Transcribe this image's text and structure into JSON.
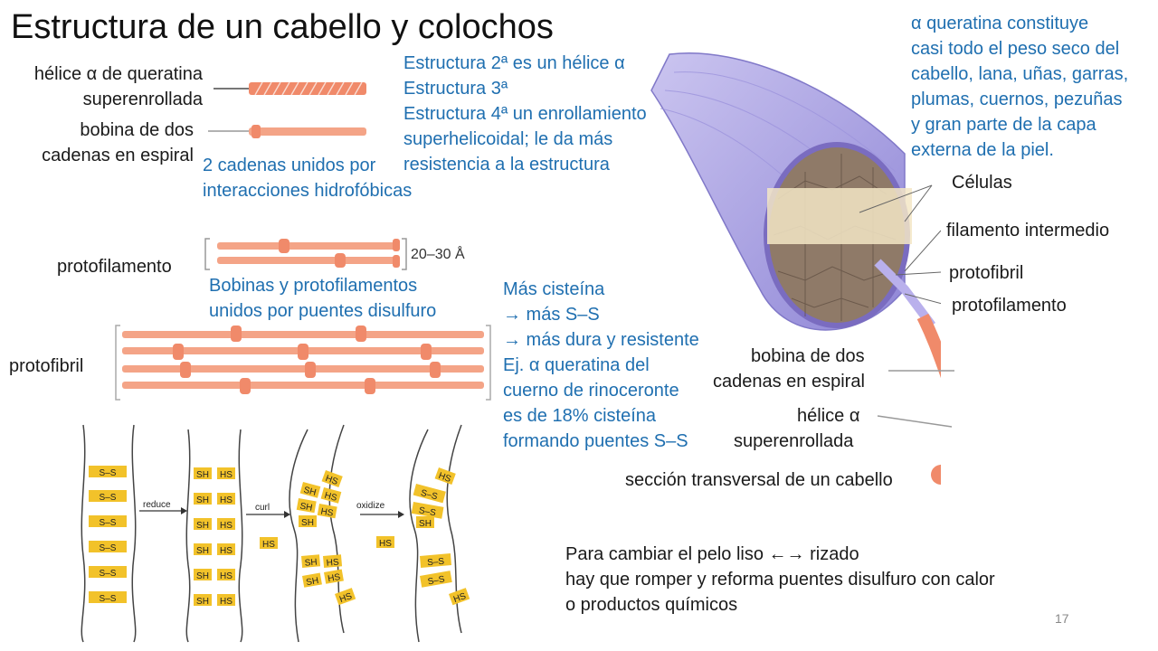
{
  "slide": {
    "title": "Estructura de un cabello y colochos",
    "page_number": "17"
  },
  "left_labels": {
    "helix_line1": "hélice α de queratina",
    "helix_line2": "superenrollada",
    "coil_line1": "bobina de dos",
    "coil_line2": "cadenas en espiral",
    "protofilament": "protofilamento",
    "protofibril": "protofibril"
  },
  "blue_notes": {
    "hydrophobic_line1": "2 cadenas unidos por",
    "hydrophobic_line2": "interacciones hidrofóbicas",
    "structure_lines": "Estructura 2ª es un hélice α\nEstructura 3ª\nEstructura 4ª un enrollamiento\nsuperhelicoidal; le da más\nresistencia a la estructura",
    "bobinas_line1": "Bobinas  y protofilamentos",
    "bobinas_line2": "unidos por puentes disulfuro",
    "cysteine_lines": "Más cisteína\n→ más S–S\n→ más dura y resistente\nEj. α queratina del\ncuerno de rinoceronte\nes de 18% cisteína\nformando puentes S–S",
    "keratin_lines": "α queratina constituye\ncasi todo el peso seco del\ncabello, lana, uñas, garras,\nplumas, cuernos, pezuñas\ny gran parte de la capa\nexterna de la piel."
  },
  "hair_diagram": {
    "cells": "Células",
    "intermediate_filament": "filamento intermedio",
    "protofibril": "protofibril",
    "protofilament": "protofilamento",
    "coil_line1": "bobina de dos",
    "coil_line2": "cadenas en espiral",
    "helix_line1": "hélice α",
    "helix_line2": "superenrollada",
    "caption": "sección transversal de un cabello"
  },
  "bottom_note": {
    "lines": "Para cambiar el pelo liso ←→ rizado\nhay que romper y reforma puentes disulfuro con calor\no productos químicos"
  },
  "protofilament_scale": "20–30 Å",
  "disulfide_diagram": {
    "step1": "reduce",
    "step2": "curl",
    "step3": "oxidize",
    "ss_label": "S–S",
    "sh_label": "SH",
    "hs_label": "HS",
    "hs_dash_label": "HS-",
    "sh_dash_label": "SH"
  },
  "colors": {
    "blue_text": "#1f6fb0",
    "coil": "#f08a6a",
    "hair_purple": "#a8a0e0",
    "bridge_yellow": "#f2c22a"
  }
}
